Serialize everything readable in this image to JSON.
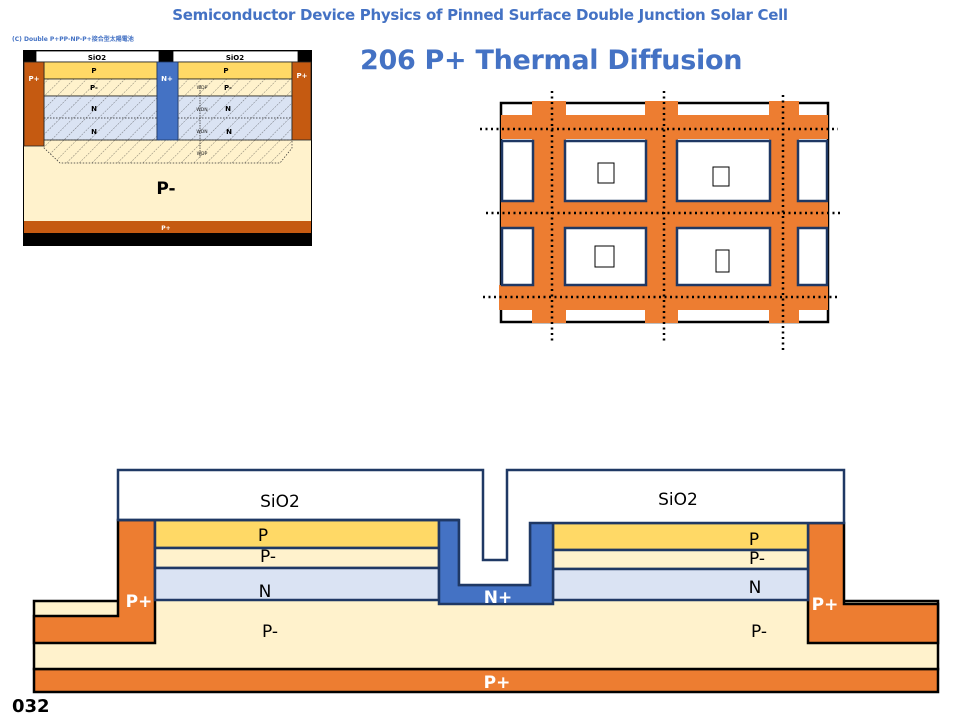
{
  "header": {
    "title": "Semiconductor Device Physics of Pinned Surface Double Junction Solar Cell"
  },
  "slide": {
    "title": "206  P+ Thermal Diffusion",
    "page_number": "032"
  },
  "thumbnail": {
    "caption": "(C)  Double P+PP-NP-P+接合型太陽電池",
    "labels": {
      "sio2_left": "SiO2",
      "sio2_right": "SiO2",
      "p_left": "P",
      "p_right": "P",
      "pminus_left": "P-",
      "pminus_right": "P-",
      "n_left_1": "N",
      "n_left_2": "N",
      "n_right_1": "N",
      "n_right_2": "N",
      "nplus": "N+",
      "pplus_left": "P+",
      "pplus_right": "P+",
      "substrate": "P-",
      "bottom_pplus": "P+",
      "wdp_1": "WDP",
      "wdn_1": "WDN",
      "wdn_2": "WDN",
      "wdp_2": "WDP"
    }
  },
  "cross_section": {
    "labels": {
      "sio2_left": "SiO2",
      "sio2_right": "SiO2",
      "p_left": "P",
      "p_right": "P",
      "pminus_left": "P-",
      "pminus_right": "P-",
      "n_left": "N",
      "n_right": "N",
      "nplus": "N+",
      "pplus_left": "P+",
      "pplus_right": "P+",
      "substrate_left": "P-",
      "substrate_right": "P-",
      "bottom_pplus": "P+"
    }
  },
  "colors": {
    "title_blue": "#4472c4",
    "p_plus": "#ed7d31",
    "p_plus_dark": "#c55a11",
    "p_layer": "#ffd966",
    "p_minus": "#fff2cc",
    "n_layer": "#dae3f3",
    "n_plus": "#4472c4",
    "outline": "#1f3864"
  }
}
